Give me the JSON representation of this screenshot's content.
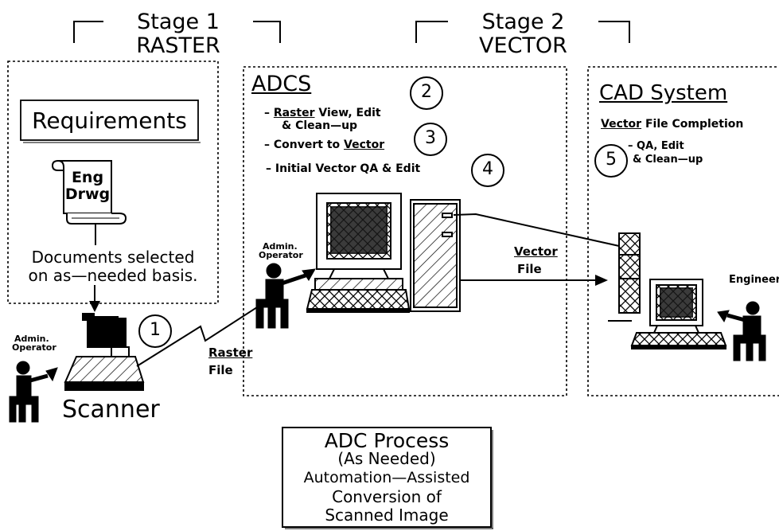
{
  "stage1": {
    "title": "Stage 1",
    "subtitle": "RASTER"
  },
  "stage2": {
    "title": "Stage 2",
    "subtitle": "VECTOR"
  },
  "requirements": {
    "heading": "Requirements",
    "doc_line1": "Eng",
    "doc_line2": "Drwg",
    "caption_line1": "Documents selected",
    "caption_line2": "on as—needed basis."
  },
  "scan_station": {
    "operator_line1": "Admin.",
    "operator_line2": "Operator",
    "scanner_label": "Scanner",
    "step": "1",
    "file_line1": "Raster",
    "file_line2": "File"
  },
  "adcs": {
    "heading": "ADCS",
    "items": [
      {
        "prefix": "– ",
        "underlined": "Raster",
        "rest": " View, Edit",
        "cont": "& Clean—up",
        "step": "2"
      },
      {
        "prefix": "– Convert to ",
        "underlined": "Vector",
        "rest": "",
        "step": "3"
      },
      {
        "prefix": "–  Initial Vector QA & Edit",
        "underlined": "",
        "rest": "",
        "step": "4"
      }
    ],
    "operator_line1": "Admin.",
    "operator_line2": "Operator",
    "file_line1": "Vector",
    "file_line2": "File"
  },
  "cad": {
    "heading": "CAD System",
    "subheading_underlined": "Vector",
    "subheading_rest": " File Completion",
    "item_line1": "– QA, Edit",
    "item_line2": "& Clean—up",
    "step": "5",
    "engineer_label": "Engineer"
  },
  "process_box": {
    "line1": "ADC Process",
    "line2": "(As Needed)",
    "line3": "Automation—Assisted",
    "line4": "Conversion of",
    "line5": "Scanned Image"
  },
  "colors": {
    "ink": "#000000",
    "paper": "#ffffff",
    "screen": "#1a1a1a"
  }
}
